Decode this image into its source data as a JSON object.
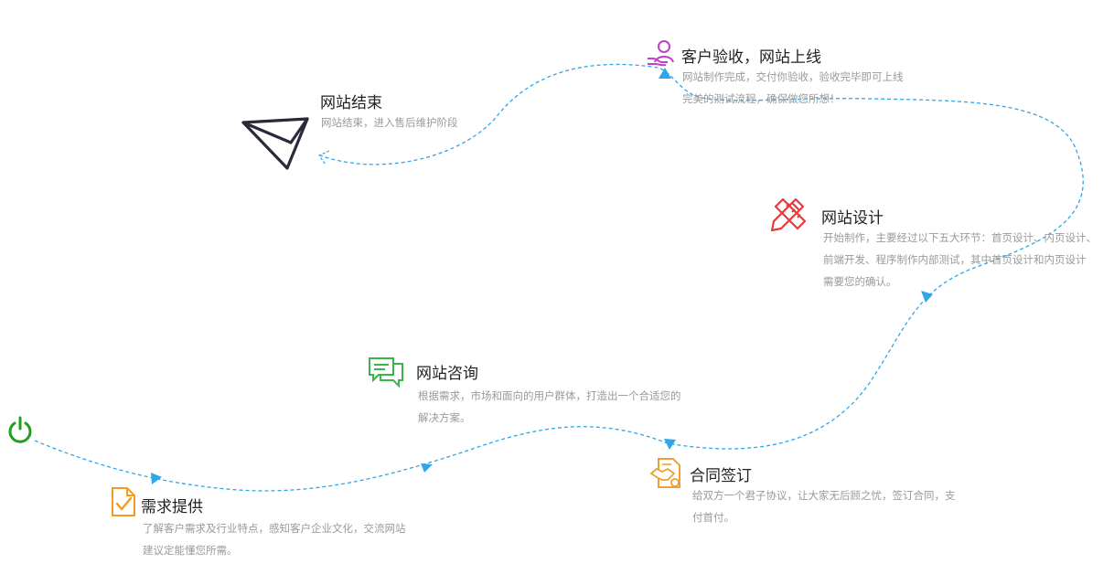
{
  "steps": {
    "requirements": {
      "title": "需求提供",
      "lines": [
        "了解客户需求及行业特点，感知客户企业文化，交流网站",
        "建议定能懂您所需。"
      ],
      "icon": "checklist-icon",
      "color": "#f39c1f"
    },
    "consult": {
      "title": "网站咨询",
      "lines": [
        "根据需求，市场和面向的用户群体，打造出一个合适您的",
        "解决方案。"
      ],
      "icon": "chat-bubbles-icon",
      "color": "#3bb44a"
    },
    "contract": {
      "title": "合同签订",
      "lines": [
        "给双方一个君子协议，让大家无后顾之忧，签订合同，支",
        "付首付。"
      ],
      "icon": "handshake-contract-icon",
      "color": "#f0a030"
    },
    "design": {
      "title": "网站设计",
      "lines": [
        "开始制作，主要经过以下五大环节：首页设计、内页设计、",
        "前端开发、程序制作内部测试，其中首页设计和内页设计",
        "需要您的确认。"
      ],
      "icon": "pencil-ruler-icon",
      "color": "#e83a3a"
    },
    "acceptance": {
      "title": "客户验收，网站上线",
      "lines": [
        "网站制作完成，交付你验收，验收完毕即可上线",
        "完美的测试流程，确保做您所想！"
      ],
      "icon": "user-hand-icon",
      "color": "#c040c8"
    },
    "finish": {
      "title": "网站结束",
      "lines": [
        "网站结束，进入售后维护阶段"
      ],
      "icon": "paper-plane-icon",
      "color": "#2a2a3a"
    }
  },
  "start_icon": "power-icon",
  "start_color": "#1f9e1f",
  "path_color": "#2ea6e8"
}
